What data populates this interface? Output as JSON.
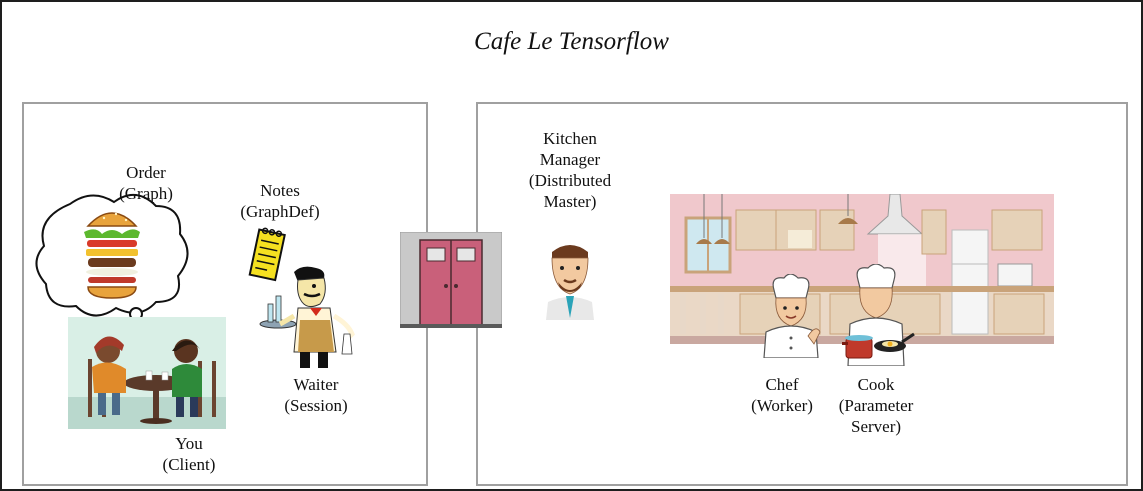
{
  "title": "Cafe Le Tensorflow",
  "labels": {
    "order": [
      "Order",
      "(Graph)"
    ],
    "notes": [
      "Notes",
      "(GraphDef)"
    ],
    "waiter": [
      "Waiter",
      "(Session)"
    ],
    "you": [
      "You",
      "(Client)"
    ],
    "kitchen_manager": [
      "Kitchen",
      "Manager",
      "(Distributed",
      "Master)"
    ],
    "chef": [
      "Chef",
      "(Worker)"
    ],
    "cook": [
      "Cook",
      "(Parameter",
      "Server)"
    ]
  }
}
